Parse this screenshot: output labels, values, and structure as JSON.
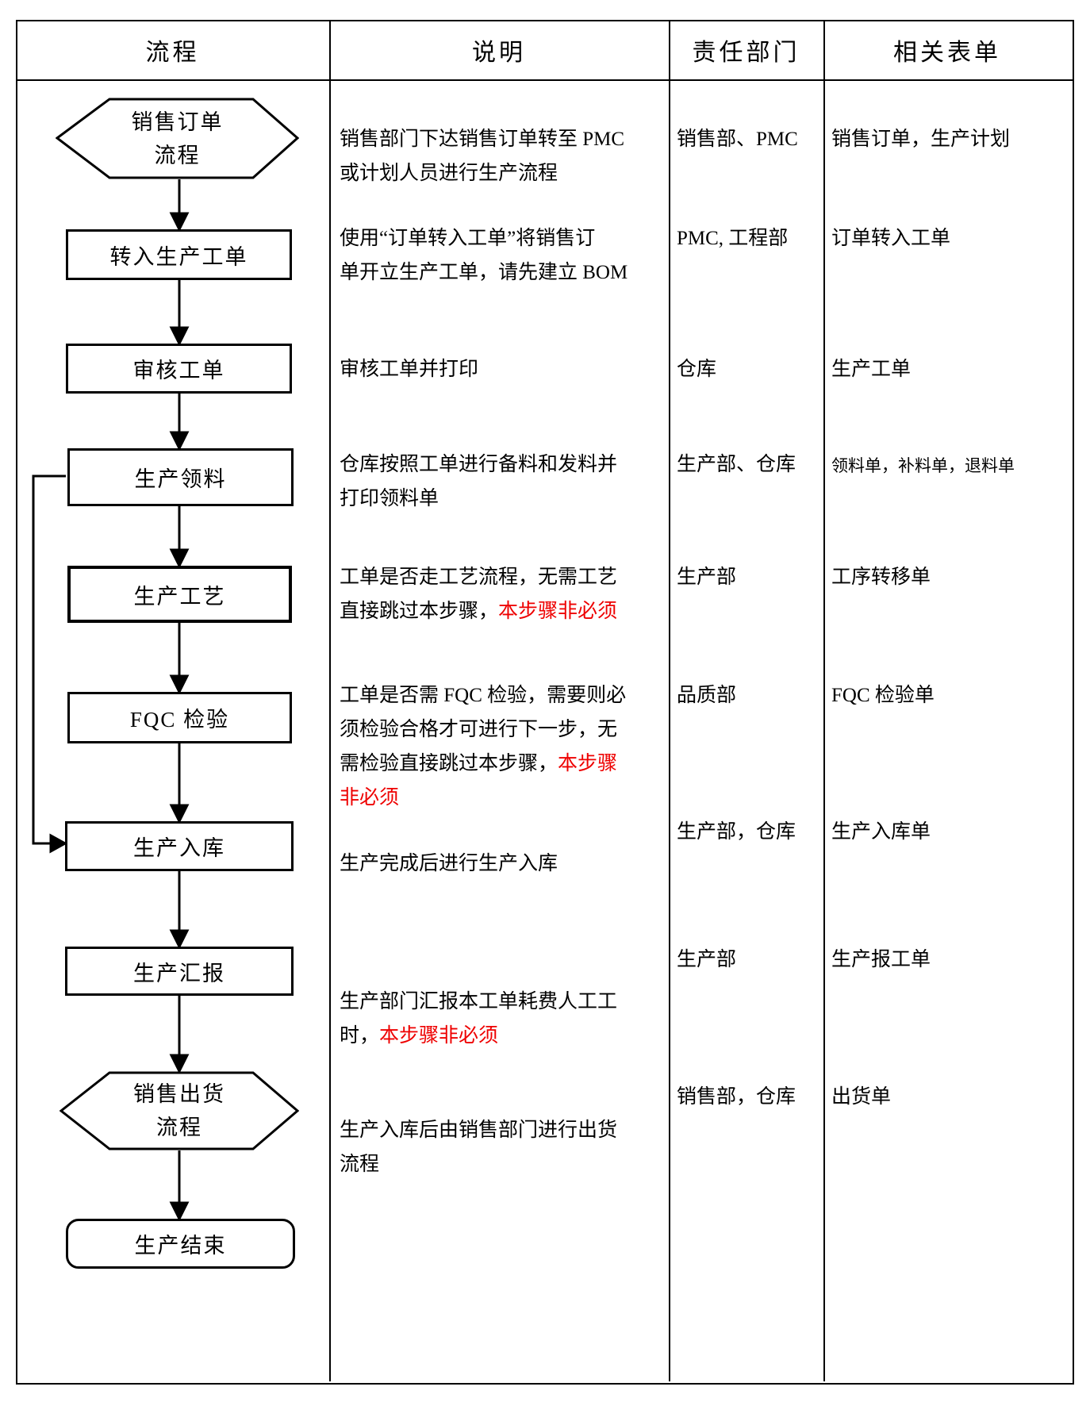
{
  "header": {
    "col_flow": "流程",
    "col_desc": "说明",
    "col_dept": "责任部门",
    "col_forms": "相关表单"
  },
  "colors": {
    "accent_red": "#ee0000",
    "border": "#000000",
    "background": "#ffffff"
  },
  "flow": {
    "hex_top": {
      "l1": "销售订单",
      "l2": "流程"
    },
    "box_to_work_order": "转入生产工单",
    "box_audit": "审核工单",
    "box_picking": "生产领料",
    "box_process": "生产工艺",
    "box_fqc": "FQC 检验",
    "box_instock": "生产入库",
    "box_report": "生产汇报",
    "hex_bottom": {
      "l1": "销售出货",
      "l2": "流程"
    },
    "box_end": "生产结束"
  },
  "desc": {
    "r1": {
      "l1": "销售部门下达销售订单转至 PMC",
      "l2": "或计划人员进行生产流程"
    },
    "r2": {
      "l1": "使用“订单转入工单”将销售订",
      "l2": "单开立生产工单，请先建立 BOM"
    },
    "r3": {
      "l1": "审核工单并打印"
    },
    "r4": {
      "l1": "仓库按照工单进行备料和发料并",
      "l2": "打印领料单"
    },
    "r5": {
      "l1": "工单是否走工艺流程，无需工艺",
      "l2a": "直接跳过本步骤，",
      "l2b": "本步骤非必须"
    },
    "r6": {
      "l1": "工单是否需 FQC 检验，需要则必",
      "l2": "须检验合格才可进行下一步，无",
      "l3a": "需检验直接跳过本步骤，",
      "l3b": "本步骤",
      "l4b": "非必须"
    },
    "r7": {
      "l1": "生产完成后进行生产入库"
    },
    "r8": {
      "l1": "生产部门汇报本工单耗费人工工",
      "l2a": "时，",
      "l2b": "本步骤非必须"
    },
    "r9": {
      "l1": "生产入库后由销售部门进行出货",
      "l2": "流程"
    }
  },
  "dept": {
    "r1": "销售部、PMC",
    "r2": "PMC, 工程部",
    "r3": "仓库",
    "r4": "生产部、仓库",
    "r5": "生产部",
    "r6": "品质部",
    "r7": "生产部，仓库",
    "r8": "生产部",
    "r9": "销售部，仓库"
  },
  "forms": {
    "r1": "销售订单，生产计划",
    "r2": "订单转入工单",
    "r3": "生产工单",
    "r4": "领料单，补料单，退料单",
    "r5": "工序转移单",
    "r6": "FQC 检验单",
    "r7": "生产入库单",
    "r8": "生产报工单",
    "r9": "出货单"
  }
}
